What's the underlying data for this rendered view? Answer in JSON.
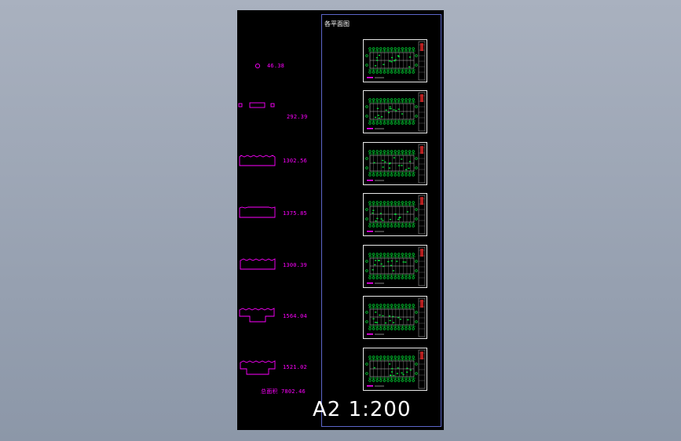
{
  "sheet": {
    "frame_title": "各平面图",
    "scale_label": "A2 1:200",
    "areas": [
      {
        "value": "46.38",
        "shape": "small-circle"
      },
      {
        "value": "292.39",
        "shape": "three-boxes"
      },
      {
        "value": "1302.56",
        "shape": "wide-outline"
      },
      {
        "value": "1375.85",
        "shape": "rect-outline"
      },
      {
        "value": "1300.39",
        "shape": "wide-outline-notched"
      },
      {
        "value": "1564.04",
        "shape": "t-outline"
      },
      {
        "value": "1521.02",
        "shape": "t-outline-wide"
      }
    ],
    "total_area": "总面积 7802.46",
    "plans_count": 7,
    "colors": {
      "background": "#000000",
      "magenta": "#ff00ff",
      "green": "#00ff3c",
      "white": "#ffffff",
      "frame": "#5c66c9",
      "red": "#ff2a2a"
    }
  }
}
